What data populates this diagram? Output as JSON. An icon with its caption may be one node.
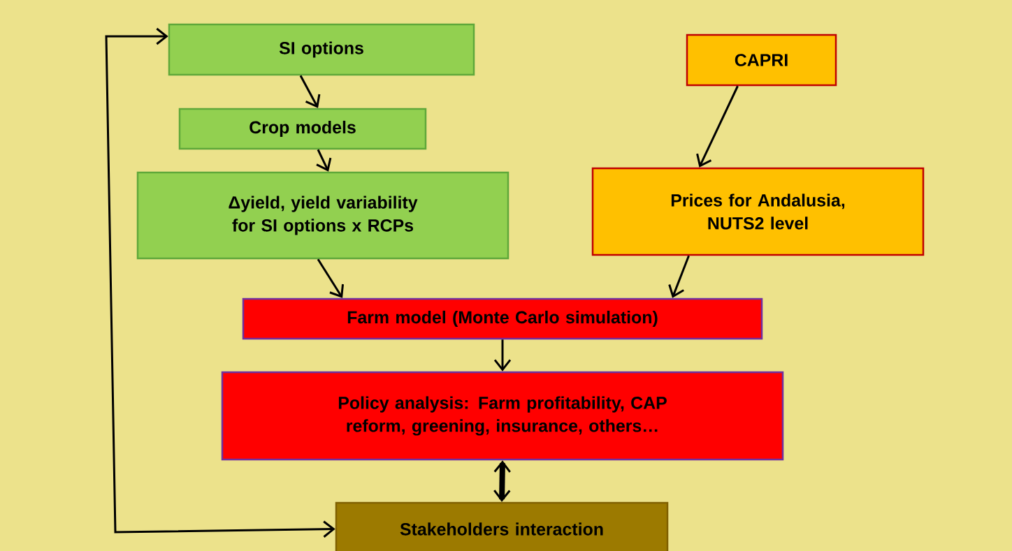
{
  "diagram": {
    "nodes": [
      {
        "text": [
          "SI options"
        ]
      },
      {
        "text": [
          "Crop models"
        ]
      },
      {
        "text": [
          "Δyield, yield variability for SI options x RCPs"
        ]
      },
      {
        "text": [
          "CAPRI"
        ]
      },
      {
        "text": [
          "Prices for Andalusia, NUTS2 level"
        ]
      },
      {
        "text": [
          "Farm model (Monte Carlo simulation)"
        ]
      },
      {
        "text": [
          "Policy analysis: Farm profitability, CAP reform, greening, insurance, others…"
        ]
      },
      {
        "text": [
          "Stakeholders interaction"
        ]
      }
    ],
    "edges": [
      {
        "from": 0,
        "to": 1,
        "arrow": "to"
      },
      {
        "from": 1,
        "to": 2,
        "arrow": "to"
      },
      {
        "from": 2,
        "to": 5,
        "arrow": "to"
      },
      {
        "from": 3,
        "to": 4,
        "arrow": "to"
      },
      {
        "from": 4,
        "to": 5,
        "arrow": "to"
      },
      {
        "from": 5,
        "to": 6,
        "arrow": "to"
      },
      {
        "from": 6,
        "to": 7,
        "arrow": "both",
        "style": "thick"
      },
      {
        "from": 0,
        "to": 7,
        "arrow": "both"
      }
    ]
  }
}
